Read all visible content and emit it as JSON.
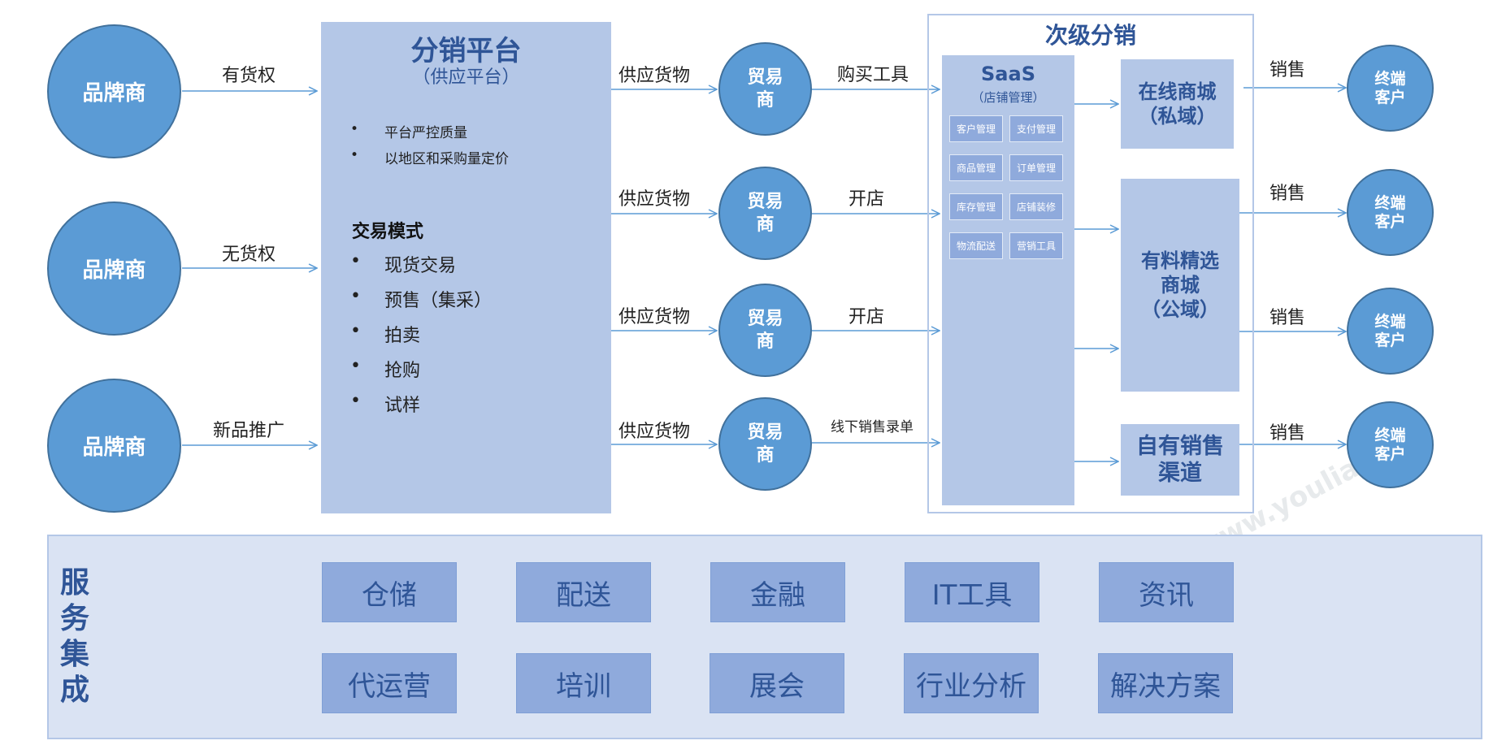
{
  "brands": [
    "品牌商",
    "品牌商",
    "品牌商"
  ],
  "brand_links": [
    "有货权",
    "无货权",
    "新品推广"
  ],
  "platform": {
    "title": "分销平台",
    "subtitle": "（供应平台）",
    "features": [
      "平台严控质量",
      "以地区和采购量定价"
    ],
    "mode_title": "交易模式",
    "modes": [
      "现货交易",
      "预售（集采）",
      "拍卖",
      "抢购",
      "试样"
    ]
  },
  "supply_label": "供应货物",
  "traders": [
    "贸易商",
    "贸易商",
    "贸易商",
    "贸易商"
  ],
  "trader_links": [
    "购买工具",
    "开店",
    "开店",
    "线下销售录单"
  ],
  "sub_distribution": {
    "title": "次级分销",
    "saas_title": "SaaS",
    "saas_subtitle": "（店铺管理）",
    "modules": [
      "客户管理",
      "支付管理",
      "商品管理",
      "订单管理",
      "库存管理",
      "店铺装修",
      "物流配送",
      "营销工具"
    ],
    "malls": [
      "在线商城\n（私域）",
      "有料精选\n商城\n（公域）",
      "自有销售\n渠道"
    ]
  },
  "sales_label": "销售",
  "customers": [
    "终端\n客户",
    "终端\n客户",
    "终端\n客户",
    "终端\n客户"
  ],
  "services": {
    "title": "服务集成",
    "items": [
      "仓储",
      "配送",
      "金融",
      "IT工具",
      "资讯",
      "代运营",
      "培训",
      "展会",
      "行业分析",
      "解决方案"
    ]
  },
  "colors": {
    "circle_fill": "#5b9bd5",
    "panel_fill": "#b4c7e7",
    "accent_text": "#2f5597",
    "service_bg": "#dae3f3",
    "service_box": "#8faadc"
  }
}
